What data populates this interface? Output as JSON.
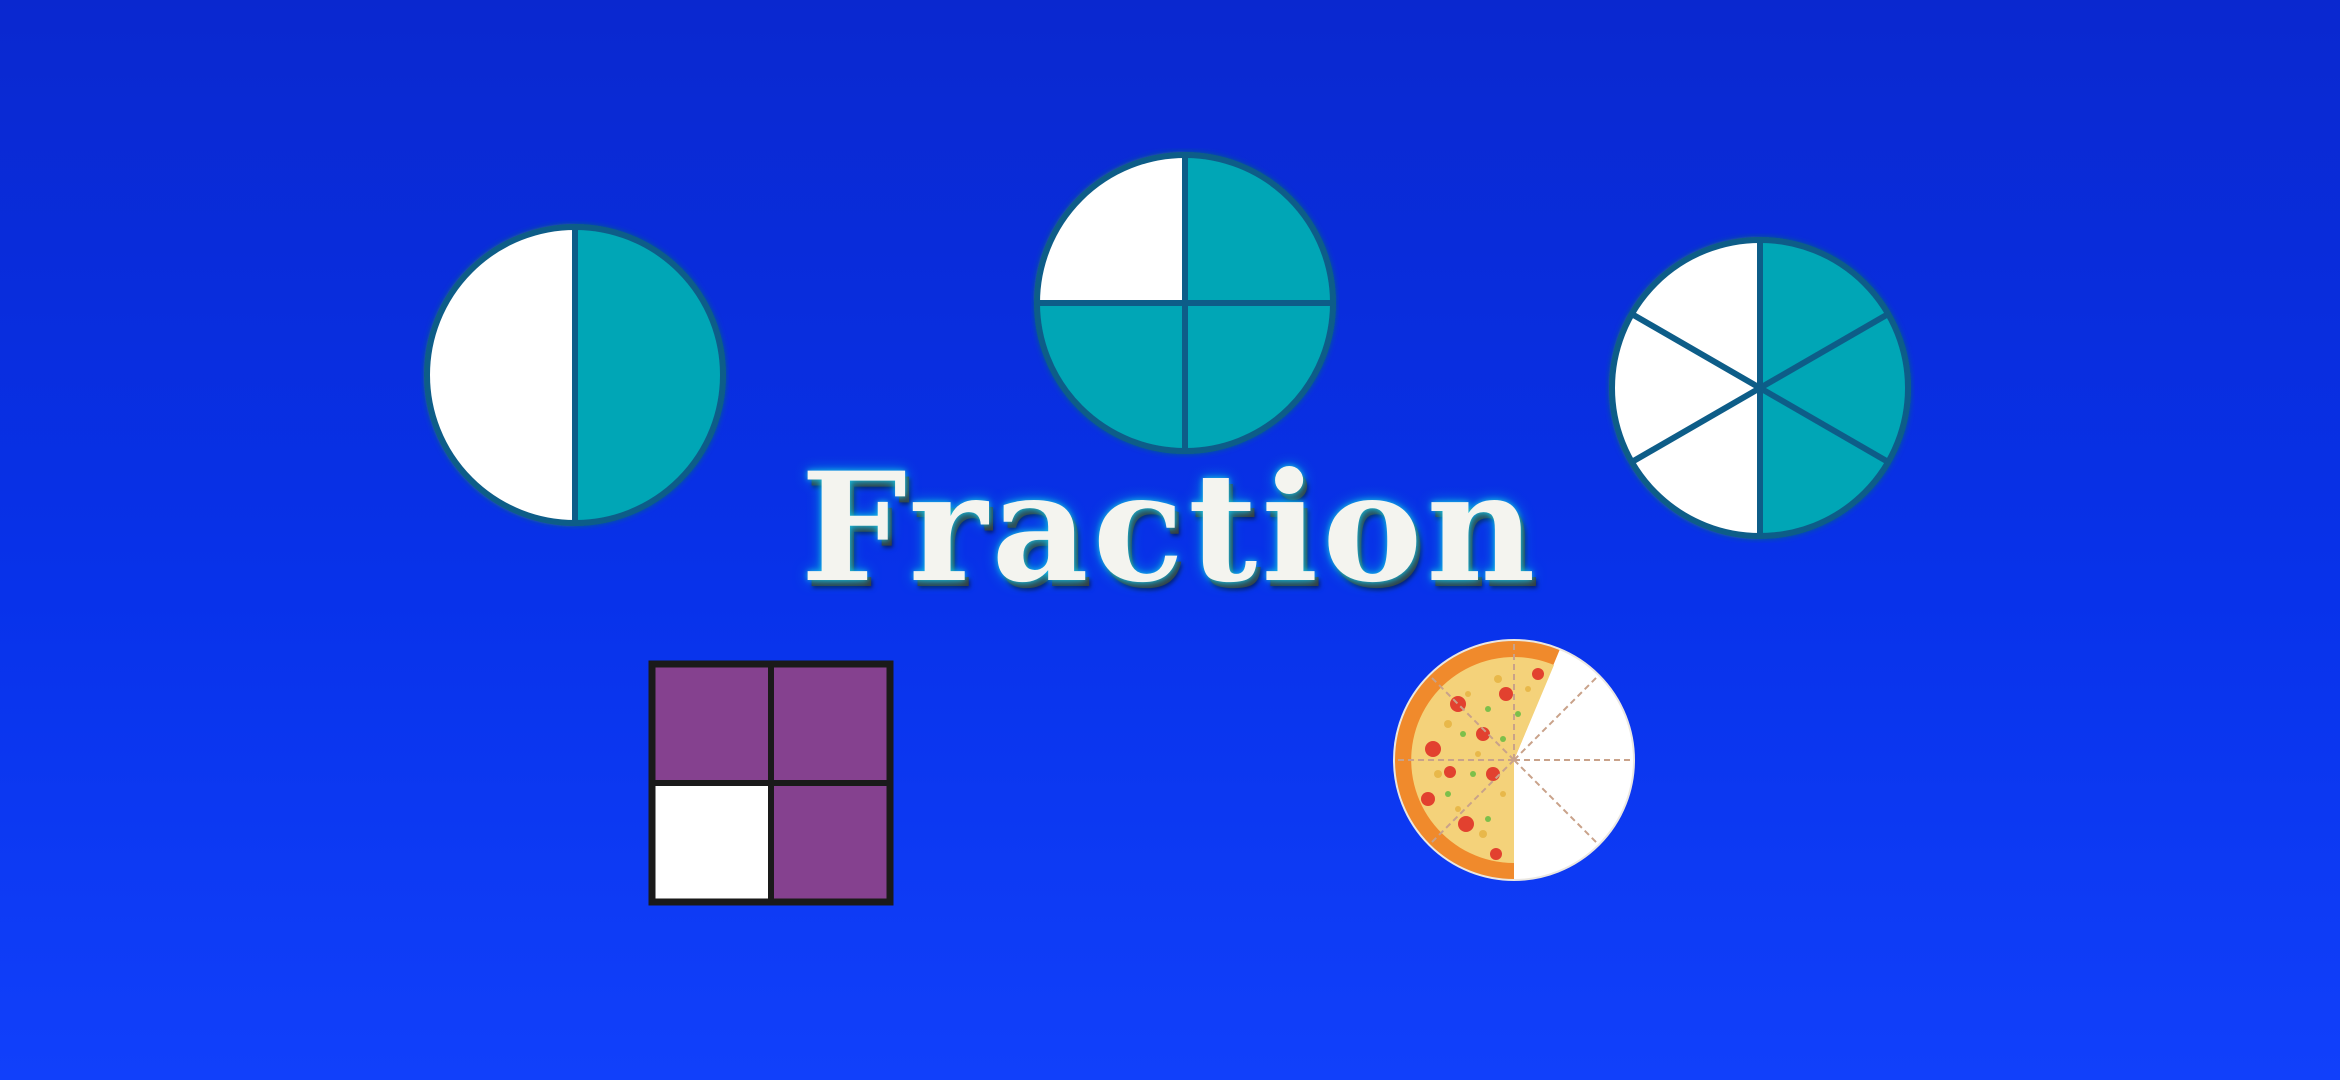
{
  "title": "Fraction",
  "colors": {
    "background_top": "#0a28cf",
    "background_bottom": "#1140fb",
    "circle_fill": "#02a6b6",
    "circle_outline": "#0f5d88",
    "square_fill": "#85418f",
    "square_outline": "#1a1a1a",
    "title_text": "#f4f4ef"
  },
  "figures": [
    {
      "name": "half-circle-diagram",
      "icon": "circle-halves-icon",
      "parts": 2,
      "shaded": 1
    },
    {
      "name": "quarter-circle-diagram",
      "icon": "circle-quarters-icon",
      "parts": 4,
      "shaded": 3
    },
    {
      "name": "sixth-circle-diagram",
      "icon": "circle-sixths-icon",
      "parts": 6,
      "shaded": 3
    },
    {
      "name": "square-grid-diagram",
      "icon": "square-quarters-icon",
      "parts": 4,
      "shaded": 3
    },
    {
      "name": "pizza-diagram",
      "icon": "pizza-icon",
      "parts": 8,
      "shaded": 5
    }
  ]
}
